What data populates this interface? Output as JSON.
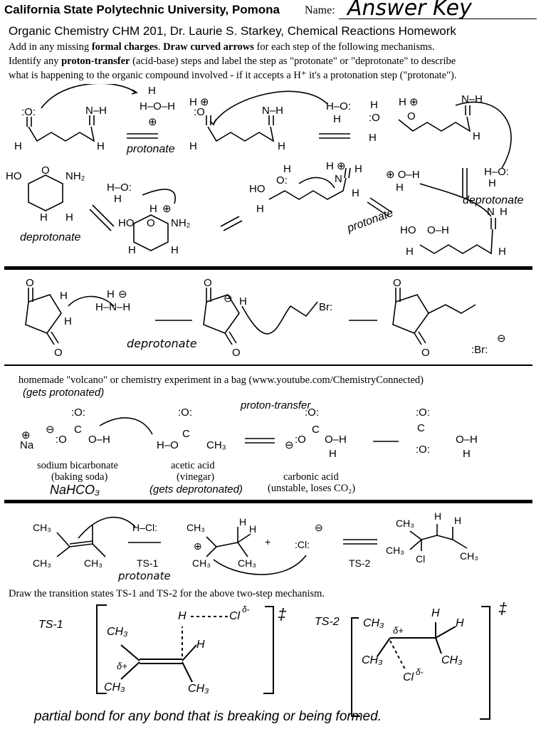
{
  "header": {
    "university": "California State Polytechnic University, Pomona",
    "name_label": "Name:",
    "name_value": "Answer Key",
    "course": "Organic Chemistry CHM 201, Dr. Laurie S. Starkey, Chemical Reactions Homework"
  },
  "instructions": {
    "l1a": "Add in any missing ",
    "l1b": "formal charges",
    "l1c": ".  ",
    "l1d": "Draw curved arrows",
    "l1e": " for each step of the following mechanisms.",
    "l2a": "Identify any ",
    "l2b": "proton-transfer",
    "l2c": " (acid-base) steps and label the step as \"protonate\" or \"deprotonate\" to describe",
    "l3": "what is happening to the organic compound involved - if it accepts a H⁺ it's a protonation step (\"protonate\")."
  },
  "section1": {
    "label_protonate_1": "protonate",
    "label_deprotonate_1": "deprotonate",
    "label_protonate_2": "protonate",
    "label_deprotonate_2": "deprotonate",
    "atoms": {
      "O": "O",
      "N": "N",
      "H": "H",
      "HO": "HO",
      "NH2": "NH₂",
      "OH": "O–H",
      "plus": "⊕"
    }
  },
  "section2": {
    "label_deprotonate": "deprotonate",
    "base_left": "H–N–H",
    "br": "Br:",
    "br_ion": ":Br:"
  },
  "section3": {
    "caption": "homemade \"volcano\" or chemistry experiment in a bag (www.youtube.com/ChemistryConnected)",
    "gets_protonated": "(gets protonated)",
    "proton_transfer": "proton-transfer",
    "na": "Na",
    "bicarb_name": "sodium bicarbonate",
    "bicarb_common": "(baking soda)",
    "bicarb_formula": "NaHCO₃",
    "acetic_name": "acetic acid",
    "acetic_common": "(vinegar)",
    "gets_deprotonated": "(gets deprotonated)",
    "carbonic_name": "carbonic acid",
    "carbonic_note": "(unstable, loses CO₂)",
    "ch3": "CH₃",
    "oh": "O–H",
    "h": "H"
  },
  "section4": {
    "ch3": "CH₃",
    "hcl": "H–Cl:",
    "cl_ion": ":Cl:",
    "cl": "Cl",
    "plus": "+",
    "ts1": "TS-1",
    "ts2": "TS-2",
    "protonate": "protonate",
    "prompt": "Draw the transition states TS-1 and TS-2 for the above two-step mechanism.",
    "ts1_hand": "TS-1",
    "ts2_hand": "TS-2",
    "delta_plus": "δ+",
    "delta_minus": "δ-",
    "cl_hand": "Cl",
    "h_hand": "H",
    "ch3_hand": "CH₃",
    "dagger": "‡",
    "footer": "partial bond for any bond that is breaking or being formed."
  }
}
